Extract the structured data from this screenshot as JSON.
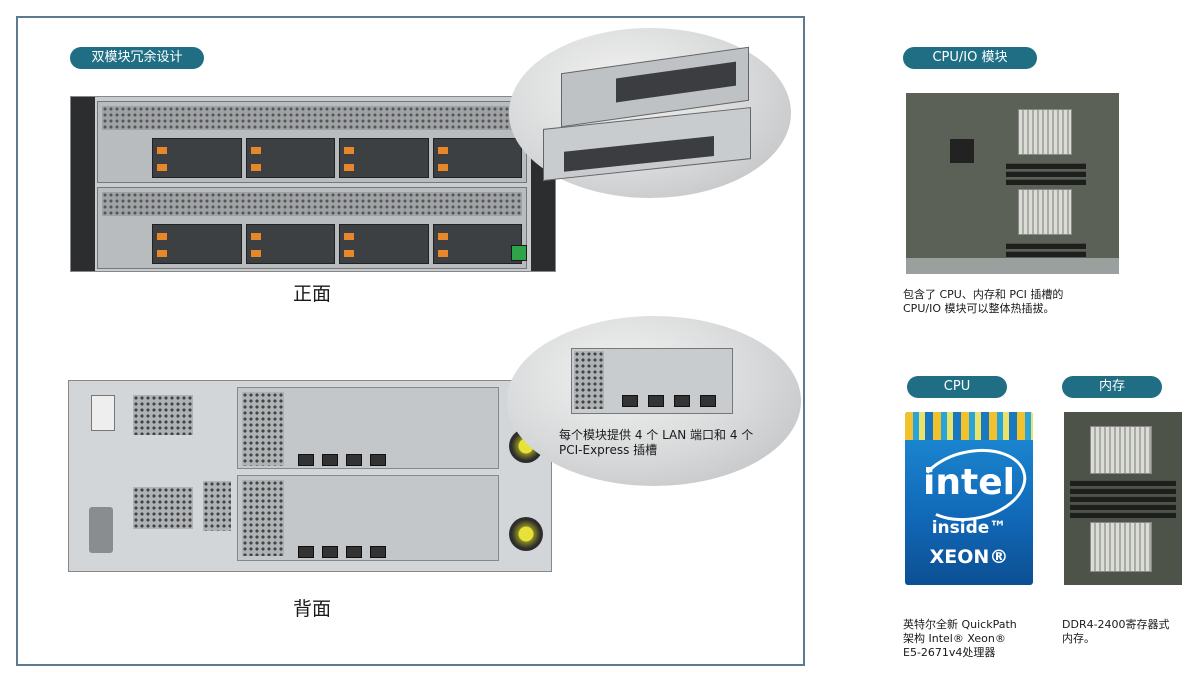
{
  "labels": {
    "redundant_design": "双模块冗余设计",
    "front": "正面",
    "back": "背面",
    "rear_bubble_caption": "每个模块提供 4 个 LAN 端口和 4 个\nPCI-Express 插槽",
    "cpu_io_module": "CPU/IO 模块",
    "cpu_io_caption_line1": "包含了 CPU、内存和 PCI 插槽的",
    "cpu_io_caption_line2": "CPU/IO 模块可以整体热插拔。",
    "cpu": "CPU",
    "memory": "内存",
    "cpu_caption_line1": "英特尔全新 QuickPath",
    "cpu_caption_line2": "架构 Intel® Xeon®",
    "cpu_caption_line3": "E5-2671v4处理器",
    "memory_caption_line1": "DDR4-2400寄存器式",
    "memory_caption_line2": "内存。"
  },
  "intel_badge": {
    "brand": "intel",
    "inside": "inside™",
    "product": "XEON®"
  },
  "colors": {
    "pill": "#1f6e84",
    "frame": "#5d7a8f",
    "intel_blue": "#1169b8"
  }
}
